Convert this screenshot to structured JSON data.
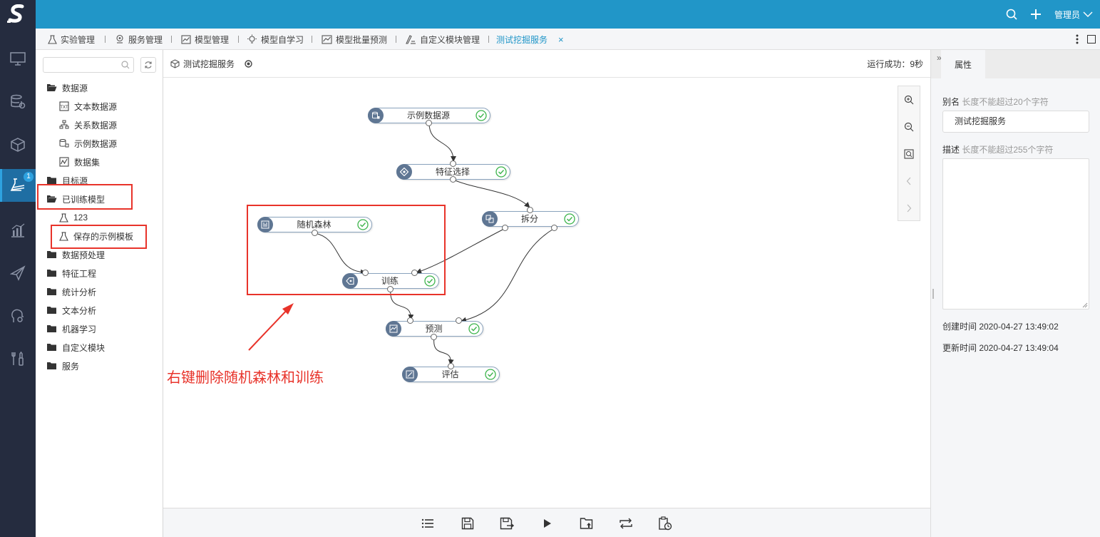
{
  "app": {
    "user": "管理员"
  },
  "nav": {
    "badge_count": "1"
  },
  "tabs": [
    {
      "label": "实验管理",
      "icon": "flask-icon"
    },
    {
      "label": "服务管理",
      "icon": "service-icon"
    },
    {
      "label": "模型管理",
      "icon": "model-icon"
    },
    {
      "label": "模型自学习",
      "icon": "bulb-icon"
    },
    {
      "label": "模型批量预测",
      "icon": "chart-icon"
    },
    {
      "label": "自定义模块管理",
      "icon": "custom-module-icon"
    },
    {
      "label": "测试挖掘服务",
      "active": true
    }
  ],
  "tree": {
    "search_placeholder": "",
    "items": [
      {
        "label": "数据源"
      },
      {
        "label": "文本数据源"
      },
      {
        "label": "关系数据源"
      },
      {
        "label": "示例数据源"
      },
      {
        "label": "数据集"
      },
      {
        "label": "目标源"
      },
      {
        "label": "已训练模型"
      },
      {
        "label": "123"
      },
      {
        "label": "保存的示例模板"
      },
      {
        "label": "数据预处理"
      },
      {
        "label": "特征工程"
      },
      {
        "label": "统计分析"
      },
      {
        "label": "文本分析"
      },
      {
        "label": "机器学习"
      },
      {
        "label": "自定义模块"
      },
      {
        "label": "服务"
      }
    ]
  },
  "canvas": {
    "title": "测试挖掘服务",
    "run_status": "运行成功：9秒",
    "nodes": [
      {
        "label": "示例数据源"
      },
      {
        "label": "特征选择"
      },
      {
        "label": "拆分"
      },
      {
        "label": "随机森林"
      },
      {
        "label": "训练"
      },
      {
        "label": "预测"
      },
      {
        "label": "评估"
      }
    ],
    "annotation": "右键删除随机森林和训练"
  },
  "props": {
    "tab_label": "属性",
    "alias_label": "别名",
    "alias_hint": "长度不能超过20个字符",
    "alias_value": "测试挖掘服务",
    "desc_label": "描述",
    "desc_hint": "长度不能超过255个字符",
    "created": "创建时间 2020-04-27 13:49:02",
    "updated": "更新时间 2020-04-27 13:49:04"
  },
  "colors": {
    "primary": "#2196c8",
    "nav_bg": "#252c3f",
    "highlight": "#e8332a",
    "node_icon": "#5f7693",
    "success": "#3cb44b"
  }
}
